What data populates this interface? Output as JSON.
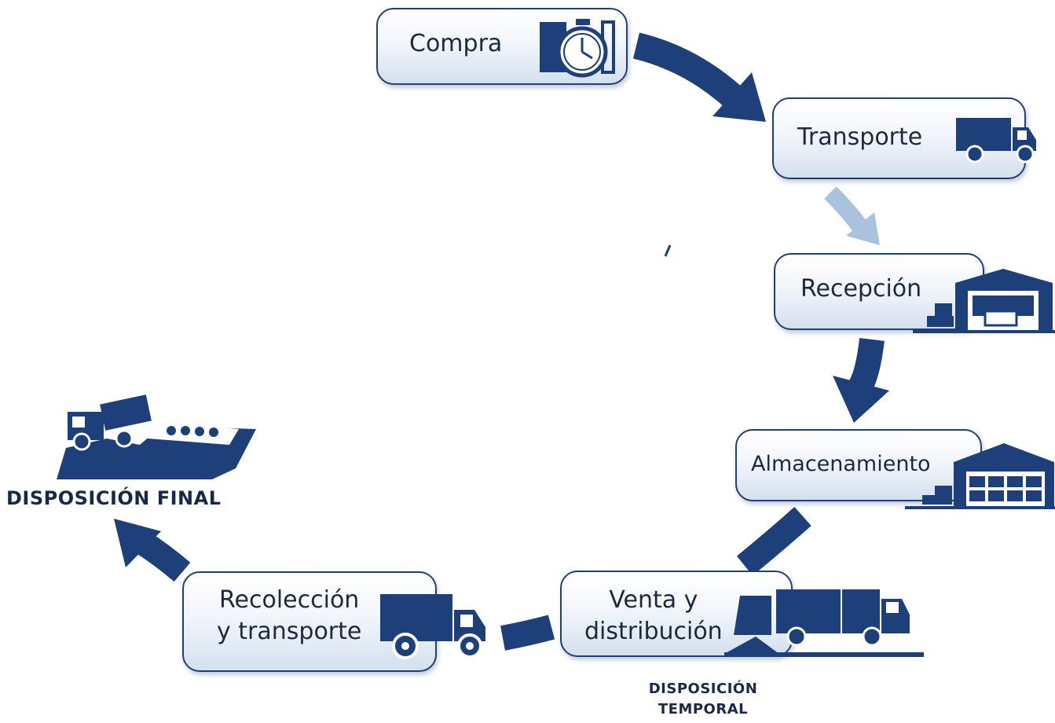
{
  "stages": {
    "compra": "Compra",
    "transporte": "Transporte",
    "recepcion": "Recepción",
    "almacenamiento": "Almacenamiento",
    "venta": {
      "line1": "Venta y",
      "line2": "distribución"
    },
    "recoleccion": {
      "line1": "Recolección",
      "line2": "y transporte"
    }
  },
  "captions": {
    "disposicion_final": "DISPOSICIÓN FINAL",
    "disposicion_temporal": {
      "line1": "DISPOSICIÓN",
      "line2": "TEMPORAL"
    }
  },
  "icons": {
    "compra": "stopwatch-icon",
    "transporte": "truck-icon",
    "recepcion": "warehouse-icon",
    "almacenamiento": "warehouse-icon",
    "venta": "trucks-icon",
    "recoleccion": "truck-icon",
    "disposicion_final": "landfill-icon"
  },
  "colors": {
    "primary": "#1d3f7a",
    "arrow_light": "#a9c3df",
    "text": "#1b2a40"
  }
}
